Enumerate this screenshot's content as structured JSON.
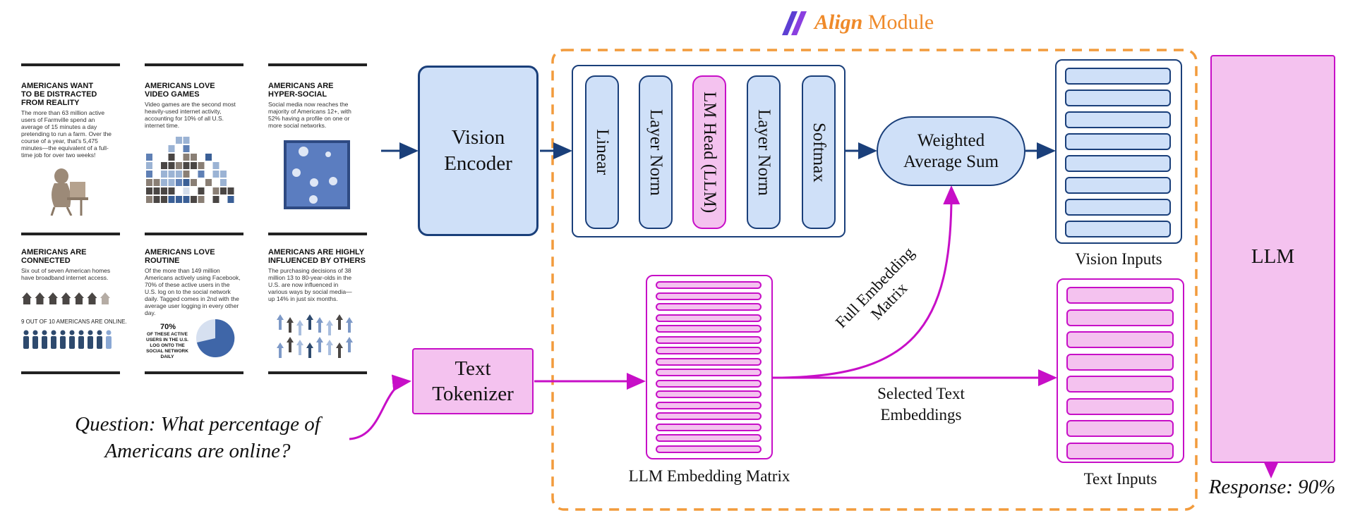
{
  "title": {
    "emph": "Align",
    "rest": " Module"
  },
  "infographic": {
    "panels": [
      {
        "title": "AMERICANS WANT TO BE DISTRACTED FROM REALITY",
        "body": "The more than 63 million active users of Farmville spend an average of 15 minutes a day pretending to run a farm. Over the course of a year, that's 5,475 minutes—the equivalent of a full-time job for over two weeks!"
      },
      {
        "title": "AMERICANS LOVE VIDEO GAMES",
        "body": "Video games are the second most heavily-used internet activity, accounting for 10% of all U.S. internet time."
      },
      {
        "title": "AMERICANS ARE HYPER-SOCIAL",
        "body": "Social media now reaches the majority of Americans 12+, with 52% having a profile on one or more social networks."
      },
      {
        "title": "AMERICANS ARE CONNECTED",
        "body": "Six out of seven American homes have broadband internet access."
      },
      {
        "title": "AMERICANS LOVE ROUTINE",
        "body": "Of the more than 149 million Americans actively using Facebook, 70% of these active users in the U.S. log on to the social network daily. Tagged comes in 2nd with the average user logging in every other day."
      },
      {
        "title": "AMERICANS ARE HIGHLY INFLUENCED BY OTHERS",
        "body": "The purchasing decisions of 38 million 13 to 80-year-olds in the U.S. are now influenced in various ways by social media—up 14% in just six months."
      }
    ],
    "online_stat": "9 OUT OF 10 AMERICANS ARE ONLINE.",
    "pie_pct": "70%",
    "pie_caption": "OF THESE ACTIVE USERS IN THE U.S. LOG ONTO THE SOCIAL NETWORK DAILY"
  },
  "question": {
    "line1": "Question: What percentage of",
    "line2": "Americans are online?"
  },
  "nodes": {
    "vision_encoder": {
      "line1": "Vision",
      "line2": "Encoder"
    },
    "text_tokenizer": {
      "line1": "Text",
      "line2": "Tokenizer"
    },
    "linear": "Linear",
    "layer_norm_1": "Layer Norm",
    "lm_head": "LM Head (LLM)",
    "layer_norm_2": "Layer Norm",
    "softmax": "Softmax",
    "weighted_sum": {
      "line1": "Weighted",
      "line2": "Average Sum"
    },
    "llm": "LLM"
  },
  "labels": {
    "vision_inputs": "Vision Inputs",
    "text_inputs": "Text Inputs",
    "embedding_matrix": "LLM Embedding Matrix",
    "full_embedding": {
      "line1": "Full Embedding",
      "line2": "Matrix"
    },
    "selected_text": {
      "line1": "Selected Text",
      "line2": "Embeddings"
    },
    "response": "Response: 90%"
  },
  "colors": {
    "blue_fill": "#cfe0f8",
    "blue_stroke": "#1a3f7a",
    "pink_fill": "#f4c2ef",
    "pink_stroke": "#c70fc7",
    "orange_dash": "#f29b3c",
    "title_orange": "#ef8a2a",
    "logo_purple": "#6b3fd6"
  }
}
